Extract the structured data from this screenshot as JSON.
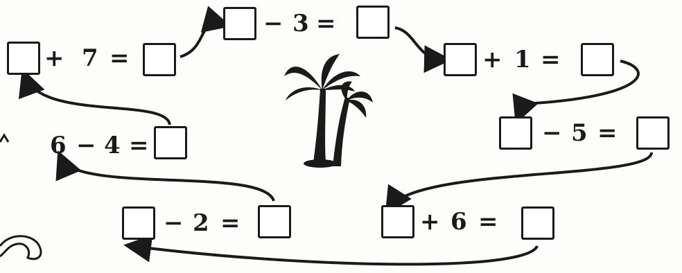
{
  "equations": [
    {
      "operator": "+",
      "value": "7",
      "equals": "="
    },
    {
      "operator": "−",
      "value": "3",
      "equals": "="
    },
    {
      "operator": "+",
      "value": "1",
      "equals": "="
    },
    {
      "operator": "−",
      "value": "5",
      "equals": "="
    },
    {
      "operator": "+",
      "value": "6",
      "equals": "="
    },
    {
      "operator": "−",
      "value": "2",
      "equals": "="
    },
    {
      "start": "6",
      "operator": "−",
      "value": "4",
      "equals": "="
    }
  ],
  "icons": {
    "palm": "palm-tree-icon",
    "wave": "wave-icon"
  },
  "colors": {
    "ink": "#1a1a1a",
    "paper": "#fdfdfb"
  }
}
